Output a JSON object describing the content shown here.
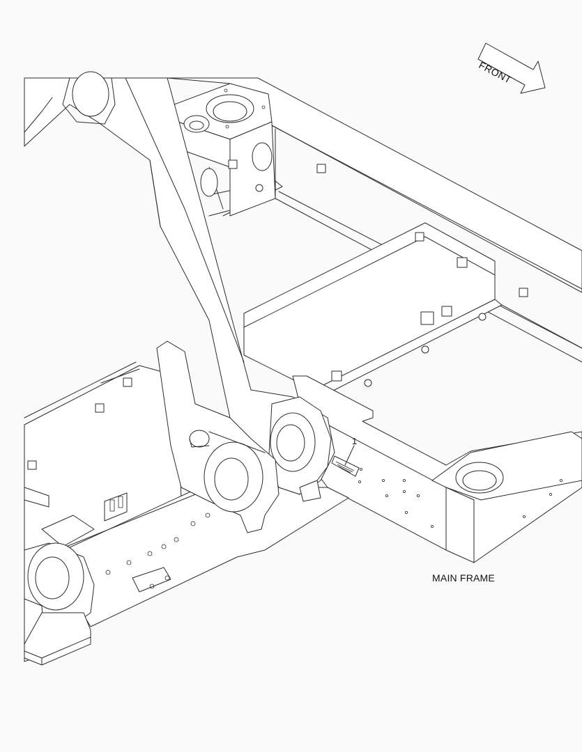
{
  "direction_arrow": {
    "label": "FRONT"
  },
  "callouts": [
    {
      "number": "1"
    }
  ],
  "caption": "MAIN FRAME",
  "colors": {
    "background": "#fafafa",
    "line": "#2a2a2a"
  }
}
